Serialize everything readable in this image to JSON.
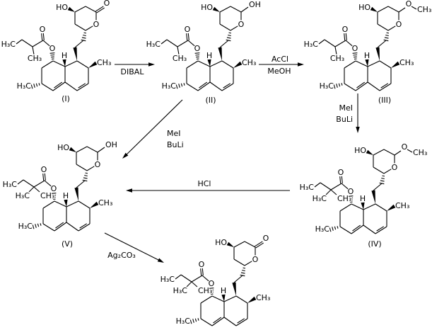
{
  "figure": {
    "type": "chemical-reaction-scheme",
    "description": "Six-step synthesis scheme of a statin lactone (lovastatin to simvastatin type sequence)",
    "background_color": "#ffffff",
    "line_color": "#000000"
  },
  "atom_labels": {
    "o": "O",
    "h": "H",
    "ho": "HO",
    "oh": "OH",
    "h3c": "H₃C",
    "ch3": "CH₃"
  },
  "molecules": [
    {
      "id": "I",
      "label": "(I)",
      "top_group": "lactone",
      "ester": "methylbutyrate"
    },
    {
      "id": "II",
      "label": "(II)",
      "top_group": "lactol",
      "ester": "methylbutyrate"
    },
    {
      "id": "III",
      "label": "(III)",
      "top_group": "methyl-acetal",
      "ester": "methylbutyrate"
    },
    {
      "id": "IV",
      "label": "(IV)",
      "top_group": "methyl-acetal",
      "ester": "dimethylbutyrate"
    },
    {
      "id": "V",
      "label": "(V)",
      "top_group": "lactol",
      "ester": "dimethylbutyrate"
    },
    {
      "id": "product",
      "label": "",
      "top_group": "lactone",
      "ester": "dimethylbutyrate"
    }
  ],
  "reactions": [
    {
      "from": "I",
      "to": "II",
      "reagents": [
        "DIBAL"
      ]
    },
    {
      "from": "II",
      "to": "III",
      "reagents": [
        "AcCl",
        "MeOH"
      ]
    },
    {
      "from": "III",
      "to": "IV",
      "reagents": [
        "MeI",
        "BuLi"
      ]
    },
    {
      "from": "II",
      "to": "V",
      "reagents": [
        "MeI",
        "BuLi"
      ]
    },
    {
      "from": "IV",
      "to": "V",
      "reagents": [
        "HCl"
      ]
    },
    {
      "from": "V",
      "to": "product",
      "reagents": [
        "Ag₂CO₃"
      ]
    }
  ]
}
